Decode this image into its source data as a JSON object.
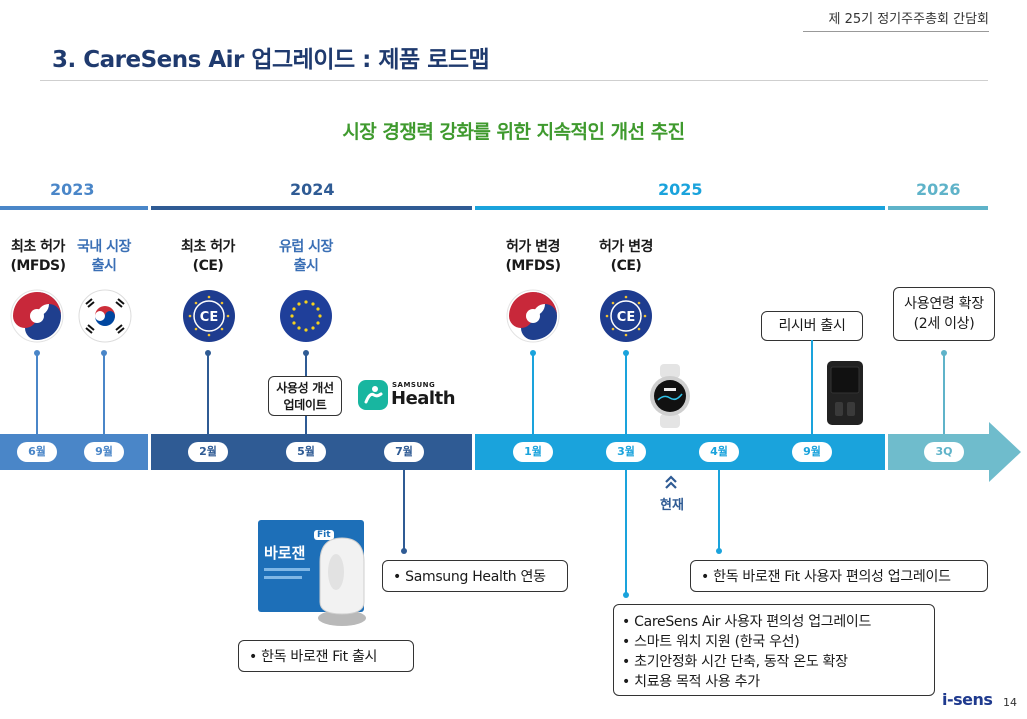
{
  "header": {
    "meeting": "제 25기 정기주주총회 간담회"
  },
  "page": {
    "title": "3. CareSens Air 업그레이드 : 제품 로드맵",
    "subtitle": "시장 경쟁력 강화를 위한 지속적인 개선 추진"
  },
  "years": [
    "2023",
    "2024",
    "2025",
    "2026"
  ],
  "months": [
    "6월",
    "9월",
    "2월",
    "5월",
    "7월",
    "1월",
    "3월",
    "4월",
    "9월",
    "3Q"
  ],
  "events": {
    "e1_line1": "최초 허가",
    "e1_line2": "(MFDS)",
    "e2_line1": "국내 시장",
    "e2_line2": "출시",
    "e3_line1": "최초 허가",
    "e3_line2": "(CE)",
    "e4_line1": "유럽 시장",
    "e4_line2": "출시",
    "e5_line1": "허가 변경",
    "e5_line2": "(MFDS)",
    "e6_line1": "허가 변경",
    "e6_line2": "(CE)"
  },
  "update_box": {
    "line1": "사용성 개선",
    "line2": "업데이트"
  },
  "samsung": {
    "brand_small": "SAMSUNG",
    "brand_big": "Health"
  },
  "receiver_box": "리시버 출시",
  "age_box": {
    "line1": "사용연령 확장",
    "line2": "(2세 이상)"
  },
  "current": {
    "label": "현재"
  },
  "product_box": {
    "brand": "바로잰",
    "badge": "Fit"
  },
  "notes": {
    "fit_launch": "한독 바로잰 Fit 출시",
    "samsung_link": "Samsung Health 연동",
    "fit_upgrade": "한독 바로잰 Fit 사용자 편의성 업그레이드",
    "air_list": [
      "CareSens Air 사용자 편의성 업그레이드",
      "스마트 워치 지원 (한국 우선)",
      "초기안정화 시간 단축, 동작 온도 확장",
      "치료용 목적 사용 추가"
    ]
  },
  "footer": {
    "logo": "i-sens",
    "page_number": "14"
  },
  "colors": {
    "y2023": "#4a86c8",
    "y2024": "#2f5b94",
    "y2025": "#1aa3dc",
    "y2026": "#5fb3c9",
    "title": "#1f3a6e",
    "subtitle": "#3f9a2e"
  },
  "icons": [
    "korea-gov-emblem-icon",
    "korean-flag-icon",
    "ce-certificate-icon",
    "eu-flag-icon",
    "samsung-health-icon",
    "smartwatch-icon",
    "receiver-device-icon",
    "double-chevron-up-icon"
  ]
}
